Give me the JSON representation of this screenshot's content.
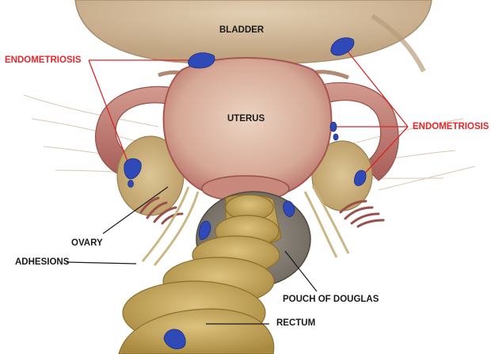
{
  "labels": {
    "bladder": "BLADDER",
    "uterus": "UTERUS",
    "endometriosis_left": "ENDOMETRIOSIS",
    "endometriosis_right": "ENDOMETRIOSIS",
    "ovary": "OVARY",
    "adhesions": "ADHESIONS",
    "pouch_of_douglas": "POUCH OF DOUGLAS",
    "rectum": "RECTUM"
  },
  "colors": {
    "endometriosis_label": "#e8252a",
    "pointer_red": "#d8262a",
    "lesion_blue": "#2f49b8",
    "tissue_tan": "#cdb28e",
    "uterus_pink": "#d9b3a0",
    "bowel_gold": "#c9a75a"
  }
}
